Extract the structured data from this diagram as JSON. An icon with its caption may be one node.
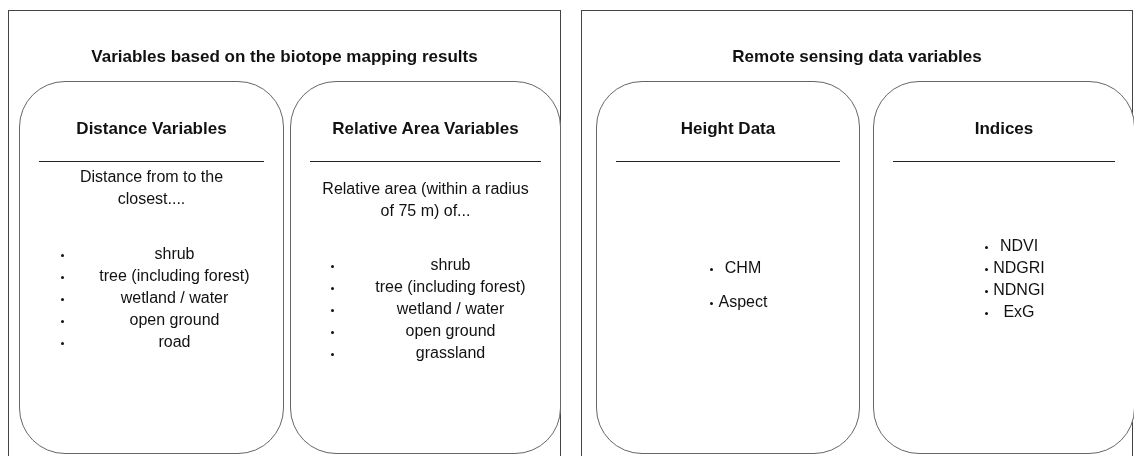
{
  "diagram": {
    "nodes": [
      {
        "text": [
          "Variables based on the biotope mapping results"
        ]
      },
      {
        "text": [
          "Distance Variables",
          "Distance from to the closest....",
          "shrub",
          "tree (including forest)",
          "wetland / water",
          "open ground",
          "road"
        ],
        "in": 0
      },
      {
        "text": [
          "Relative Area Variables",
          "Relative area (within a radius of 75 m) of...",
          "shrub",
          "tree (including forest)",
          "wetland / water",
          "open ground",
          "grassland"
        ],
        "in": 0
      },
      {
        "text": [
          "Remote sensing data variables"
        ]
      },
      {
        "text": [
          "Height Data",
          "CHM",
          "Aspect"
        ],
        "in": 3
      },
      {
        "text": [
          "Indices",
          "NDVI",
          "NDGRI",
          "NDNGI",
          "ExG"
        ],
        "in": 3
      }
    ]
  }
}
